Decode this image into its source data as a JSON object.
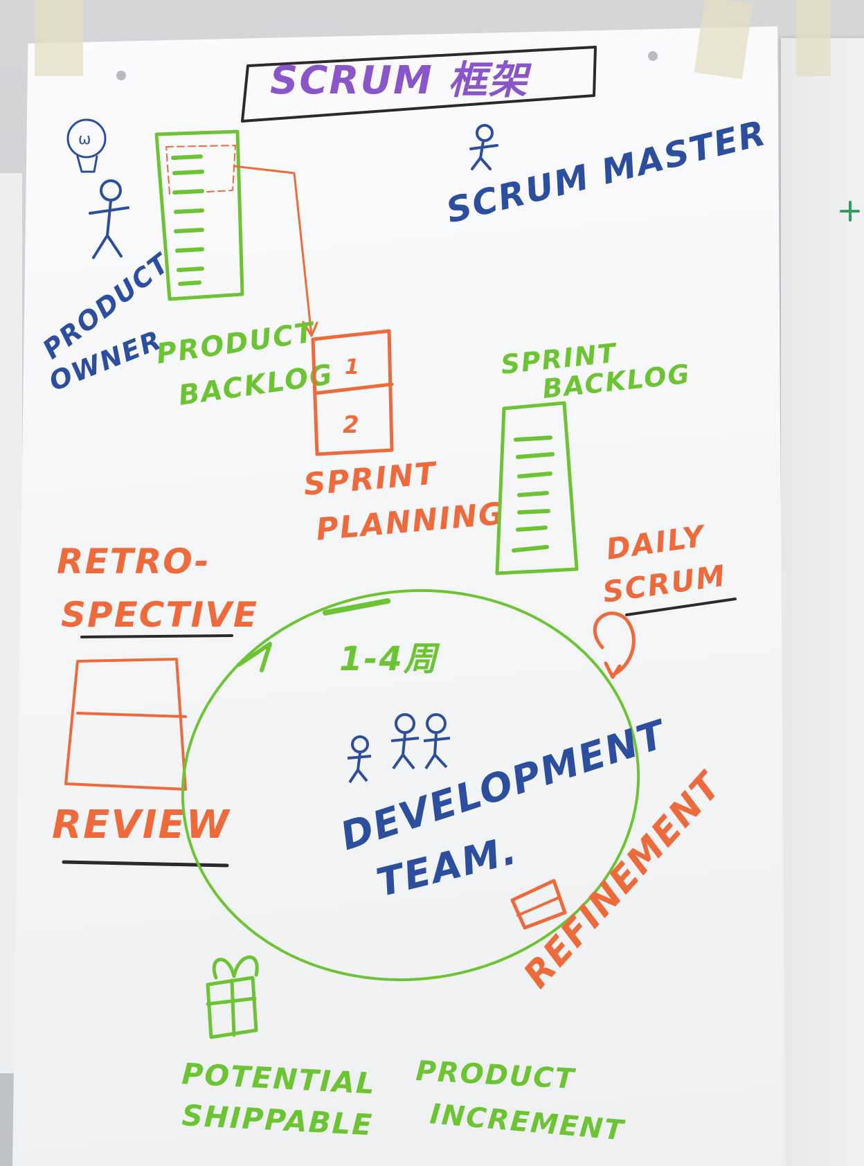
{
  "colors": {
    "green": "#6cc433",
    "orange": "#ef6a3a",
    "blue": "#2b4f9e",
    "purple": "#8a55c8",
    "black": "#2a2a2a"
  },
  "title": "SCRUM 框架",
  "roles": {
    "product_owner": [
      "PRODUCT",
      "OWNER"
    ],
    "scrum_master": "SCRUM MASTER",
    "development_team": [
      "DEVELOPMENT",
      "TEAM."
    ]
  },
  "artifacts": {
    "product_backlog": [
      "PRODUCT",
      "BACKLOG"
    ],
    "sprint_backlog": [
      "SPRINT",
      "BACKLOG"
    ],
    "increment": [
      "POTENTIAL",
      "SHIPPABLE",
      "PRODUCT",
      "INCREMENT"
    ]
  },
  "events": {
    "sprint_planning": [
      "SPRINT",
      "PLANNING"
    ],
    "planning_steps": [
      "1",
      "2"
    ],
    "daily_scrum": [
      "DAILY",
      "SCRUM"
    ],
    "retrospective": [
      "RETRO-",
      "SPECTIVE"
    ],
    "review": "REVIEW",
    "refinement": "REFINEMENT",
    "sprint_length": "1-4周"
  },
  "icons": [
    "person-icon",
    "lightbulb-icon",
    "gift-box-icon",
    "cycle-arrow-icon"
  ]
}
